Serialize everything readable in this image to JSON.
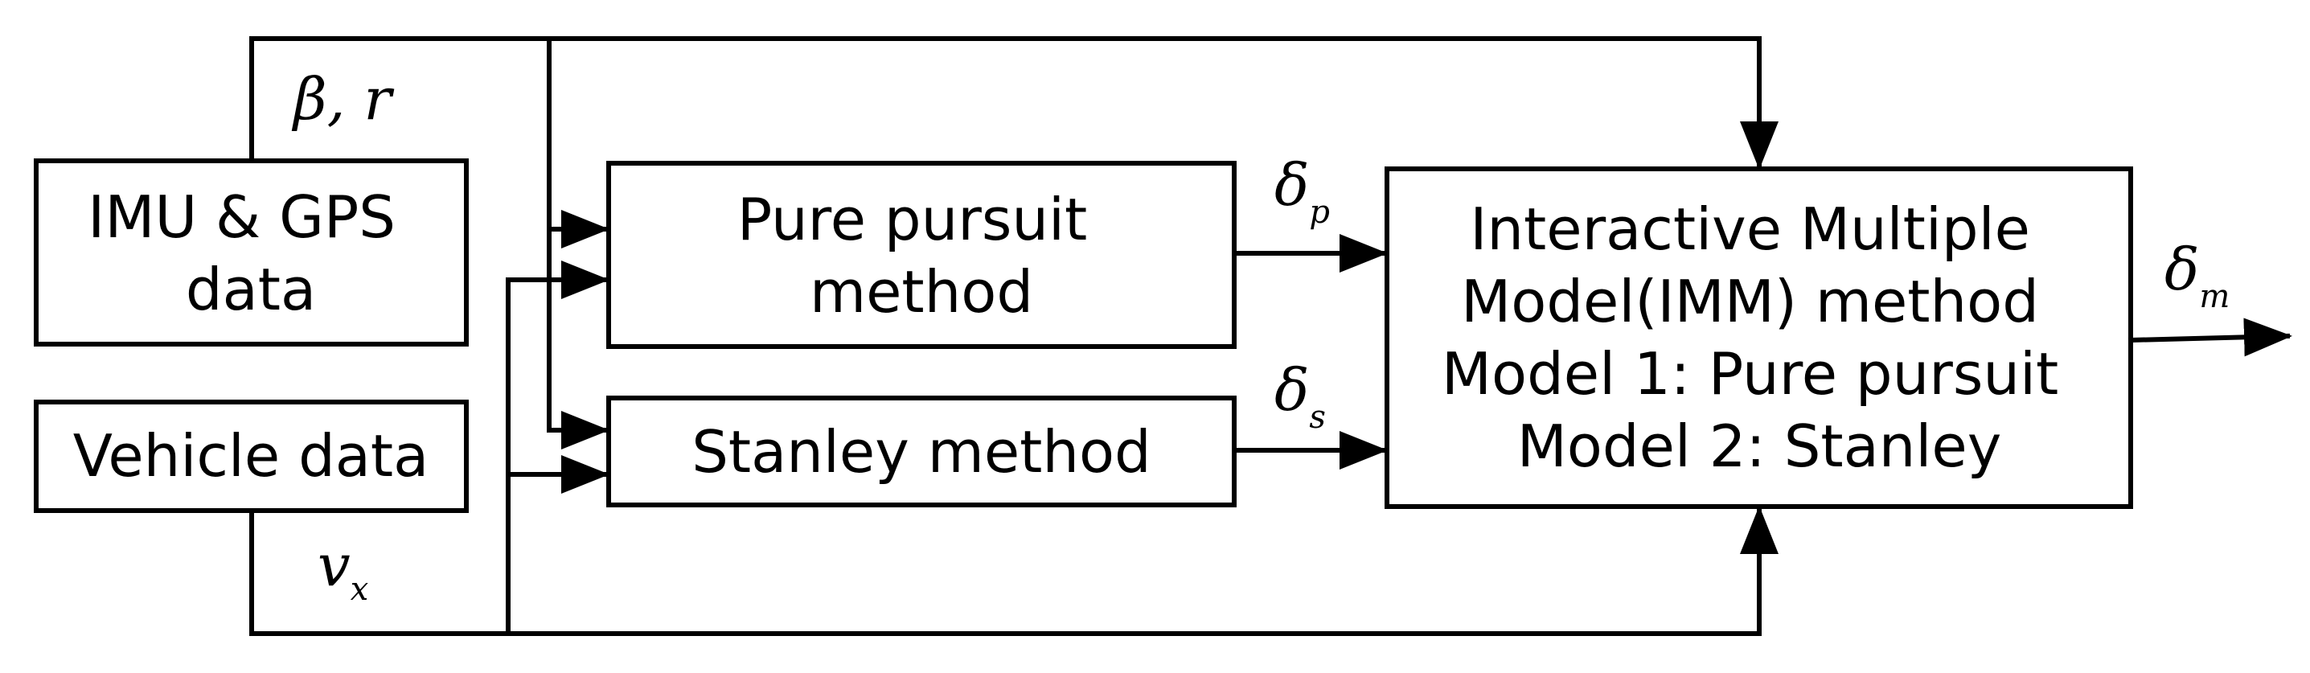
{
  "blocks": {
    "imu_gps": [
      "IMU & GPS",
      "data"
    ],
    "vehicle": [
      "Vehicle data"
    ],
    "pure_pursuit": [
      "Pure pursuit",
      "method"
    ],
    "stanley": [
      "Stanley method"
    ],
    "imm": [
      "Interactive Multiple",
      "Model(IMM) method",
      "Model 1: Pure pursuit",
      "Model 2: Stanley"
    ]
  },
  "signals": {
    "beta_r": "β, r",
    "vx": {
      "symbol": "v",
      "sub": "x"
    },
    "delta_p": {
      "symbol": "δ",
      "sub": "p"
    },
    "delta_s": {
      "symbol": "δ",
      "sub": "s"
    },
    "delta_m": {
      "symbol": "δ",
      "sub": "m"
    }
  },
  "colors": {
    "line": "#000000",
    "background": "#ffffff"
  }
}
